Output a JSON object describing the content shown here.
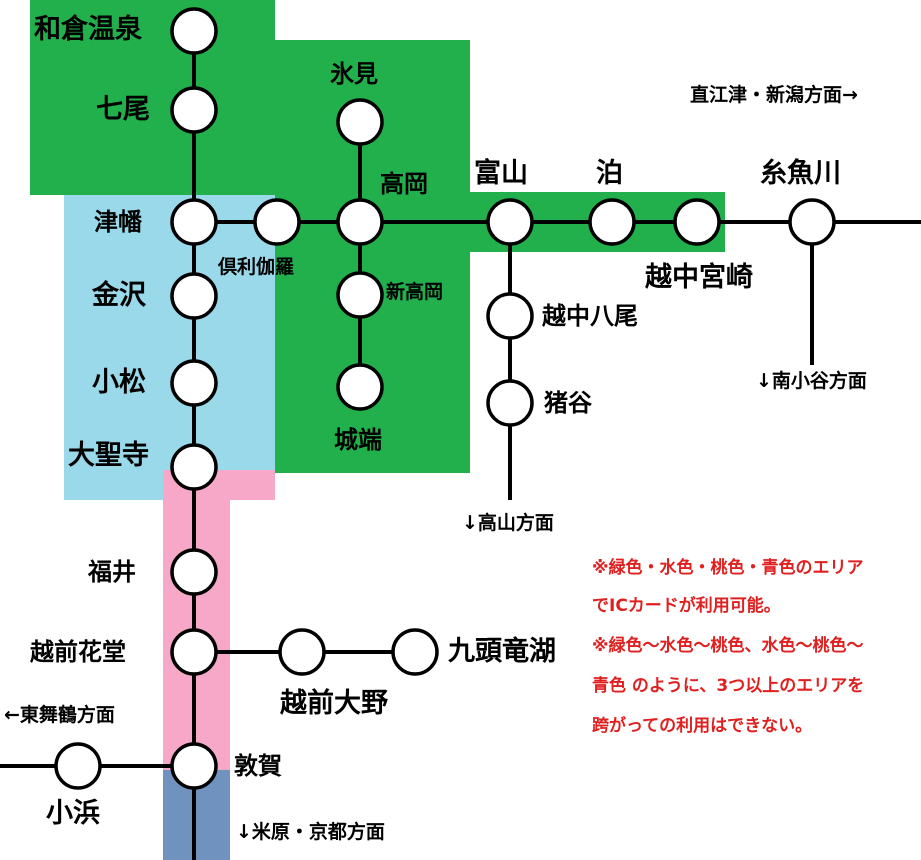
{
  "colors": {
    "green": "#22b04c",
    "light_blue": "#99d9ea",
    "pink": "#f7a8c8",
    "blue": "#7092be",
    "line": "#000000",
    "note": "#e02020"
  },
  "stations": {
    "wakura_onsen": "和倉温泉",
    "nanao": "七尾",
    "tsubata": "津幡",
    "kanazawa": "金沢",
    "komatsu": "小松",
    "daishoji": "大聖寺",
    "fukui": "福井",
    "echizen_hanando": "越前花堂",
    "tsuruga": "敦賀",
    "obama": "小浜",
    "kurikara": "倶利伽羅",
    "himi": "氷見",
    "takaoka": "高岡",
    "shin_takaoka": "新高岡",
    "johana": "城端",
    "toyama": "富山",
    "tomari": "泊",
    "itoigawa": "糸魚川",
    "etchu_miyazaki": "越中宮崎",
    "etchu_yatsuo": "越中八尾",
    "inotani": "猪谷",
    "kuzuryuko": "九頭竜湖",
    "echizen_ono": "越前大野"
  },
  "directions": {
    "naoetsu": "直江津・新潟方面→",
    "minami_otari": "↓南小谷方面",
    "takayama": "↓高山方面",
    "higashi_maizuru": "←東舞鶴方面",
    "maibara_kyoto": "↓米原・京都方面"
  },
  "notes": [
    "※緑色・水色・桃色・青色のエリア",
    "でICカードが利用可能。",
    "※緑色～水色～桃色、水色～桃色～",
    "青色 のように、3つ以上のエリアを",
    "跨がっての利用はできない。"
  ]
}
